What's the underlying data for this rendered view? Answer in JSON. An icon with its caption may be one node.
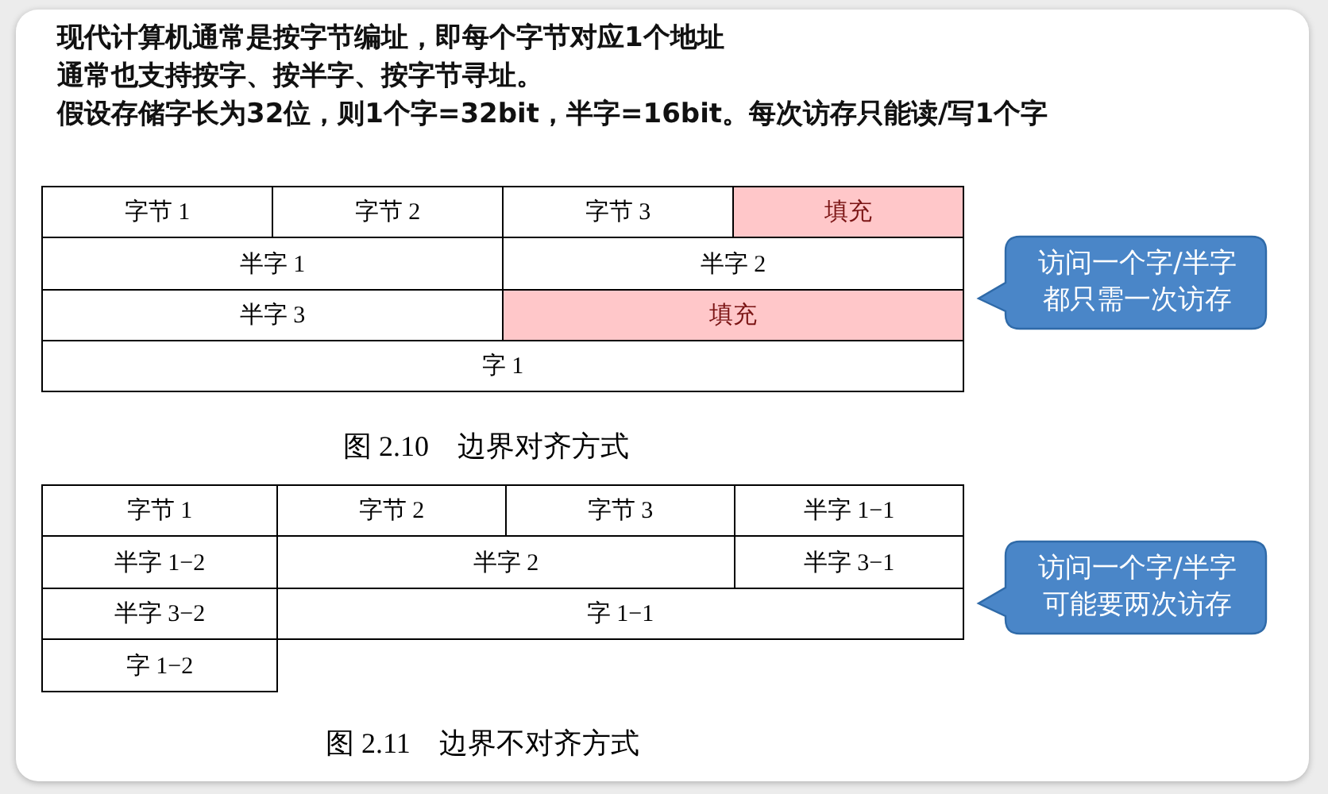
{
  "diagram": {
    "nodes": [
      {
        "text": [
          "字节 1"
        ]
      },
      {
        "text": [
          "字节 2"
        ]
      },
      {
        "text": [
          "字节 3"
        ]
      },
      {
        "text": [
          "填充"
        ]
      },
      {
        "text": [
          "半字 1"
        ]
      },
      {
        "text": [
          "半字 2"
        ]
      },
      {
        "text": [
          "半字 3"
        ]
      },
      {
        "text": [
          "填充"
        ]
      },
      {
        "text": [
          "字 1"
        ]
      },
      {
        "text": [
          "访问一个字/半字都只需一次访存"
        ]
      },
      {
        "text": [
          "字节 1"
        ]
      },
      {
        "text": [
          "字节 2"
        ]
      },
      {
        "text": [
          "字节 3"
        ]
      },
      {
        "text": [
          "半字 1−1"
        ]
      },
      {
        "text": [
          "半字 1−2"
        ]
      },
      {
        "text": [
          "半字 2"
        ]
      },
      {
        "text": [
          "半字 3−1"
        ]
      },
      {
        "text": [
          "半字 3−2"
        ]
      },
      {
        "text": [
          "字 1−1"
        ]
      },
      {
        "text": [
          "字 1−2"
        ]
      },
      {
        "text": [
          "访问一个字/半字可能要两次访存"
        ]
      }
    ],
    "labels": [
      "现代计算机通常是按字节编址，即每个字节对应1个地址",
      "通常也支持按字、按半字、按字节寻址。",
      "假设存储字长为32位，则1个字=32bit，半字=16bit。每次访存只能读/写1个字",
      "图 2.10　边界对齐方式",
      "图 2.11　边界不对齐方式"
    ]
  }
}
